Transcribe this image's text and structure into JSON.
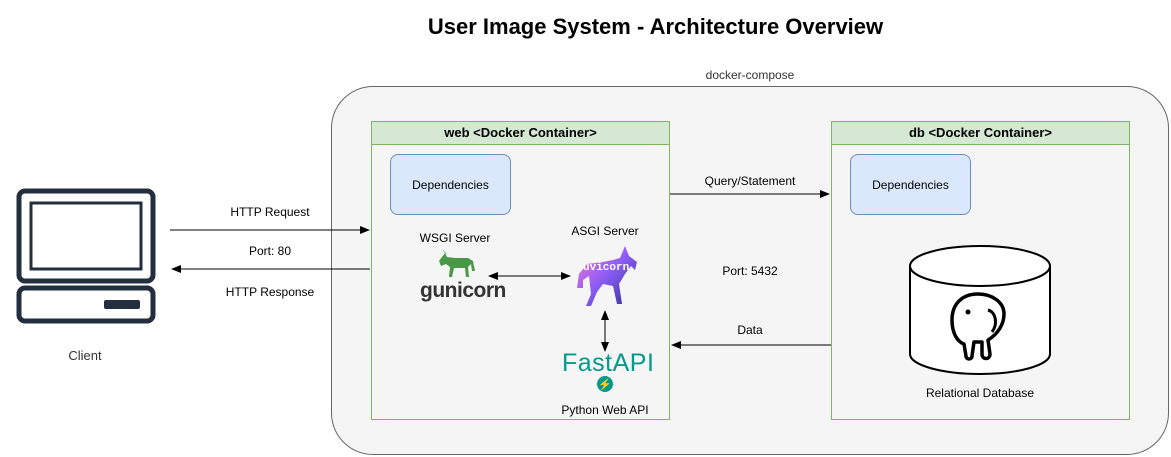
{
  "title": "User Image System - Architecture Overview",
  "compose_label": "docker-compose",
  "client": {
    "label": "Client"
  },
  "client_arrows": {
    "request": "HTTP Request",
    "port": "Port: 80",
    "response": "HTTP Response"
  },
  "web": {
    "title": "web <Docker Container>",
    "dependencies": "Dependencies",
    "wsgi_label": "WSGI Server",
    "gunicorn_logo": "gunicorn",
    "asgi_label": "ASGI Server",
    "uvicorn_logo": "uvicorn",
    "fastapi_logo": "FastAPI",
    "fastapi_caption": "Python Web API"
  },
  "db": {
    "title": "db <Docker Container>",
    "dependencies": "Dependencies",
    "database_label": "Relational Database"
  },
  "db_arrows": {
    "query": "Query/Statement",
    "port": "Port: 5432",
    "data": "Data"
  },
  "icons": [
    "monitor-icon",
    "unicorn-icon",
    "postgresql-elephant-icon",
    "bolt-icon"
  ],
  "colors": {
    "container_fill": "#d5e8d4",
    "container_border": "#82b366",
    "dependency_fill": "#dae8fc",
    "dependency_border": "#6c8ebf",
    "fastapi": "#05998b",
    "client_icon": "#232f3e"
  }
}
